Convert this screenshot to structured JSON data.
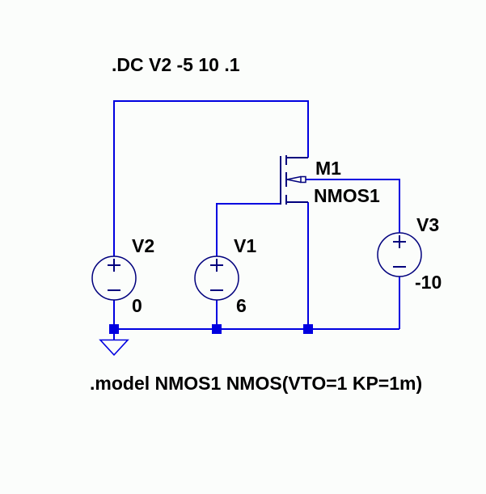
{
  "colors": {
    "bg": "#fbfdfb",
    "wire": "#0000e0",
    "symbol": "#00007d",
    "text": "#000000"
  },
  "directives": {
    "dc_sweep": ".DC V2 -5 10 .1",
    "model": ".model NMOS1 NMOS(VTO=1 KP=1m)"
  },
  "components": {
    "m1": {
      "name": "M1",
      "model": "NMOS1",
      "type": "nmos4-transistor"
    },
    "v2": {
      "name": "V2",
      "value": "0"
    },
    "v1": {
      "name": "V1",
      "value": "6"
    },
    "v3": {
      "name": "V3",
      "value": "-10"
    }
  }
}
